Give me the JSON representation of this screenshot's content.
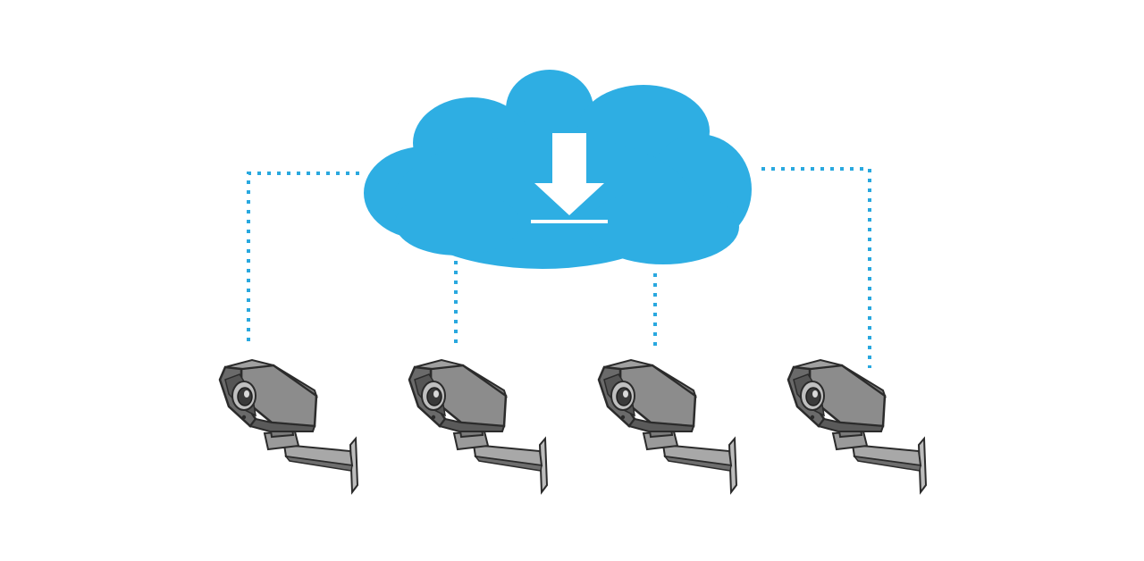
{
  "diagram": {
    "hub": {
      "kind": "cloud",
      "icon": "download-arrow-icon"
    },
    "cameras": [
      {
        "icon": "security-camera-icon"
      },
      {
        "icon": "security-camera-icon"
      },
      {
        "icon": "security-camera-icon"
      },
      {
        "icon": "security-camera-icon"
      }
    ],
    "connections": {
      "count": 4,
      "style": "dotted"
    },
    "colors": {
      "cloud": "#2eaee3",
      "connector": "#29a8df",
      "arrow": "#ffffff",
      "camera_body": "#8c8c8c",
      "camera_dark": "#4f4f4f",
      "camera_outline": "#2b2b2b"
    }
  }
}
